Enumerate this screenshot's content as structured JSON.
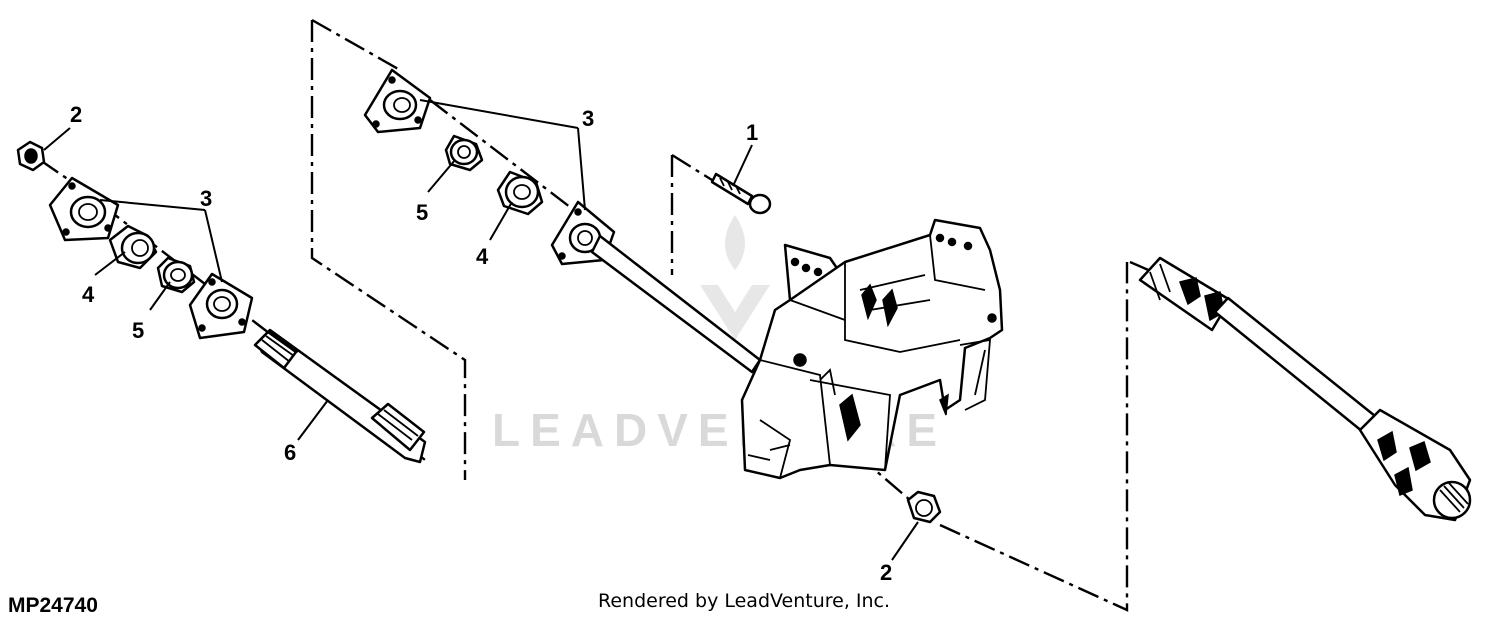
{
  "diagram": {
    "figure_id": "MP24740",
    "credit": "Rendered by LeadVenture, Inc.",
    "watermark": "LEADVENTURE",
    "callouts": {
      "c1": "1",
      "c2_left": "2",
      "c2_bottom": "2",
      "c3_left": "3",
      "c3_top": "3",
      "c4_left": "4",
      "c4_top": "4",
      "c5_left": "5",
      "c5_top": "5",
      "c6": "6"
    }
  }
}
